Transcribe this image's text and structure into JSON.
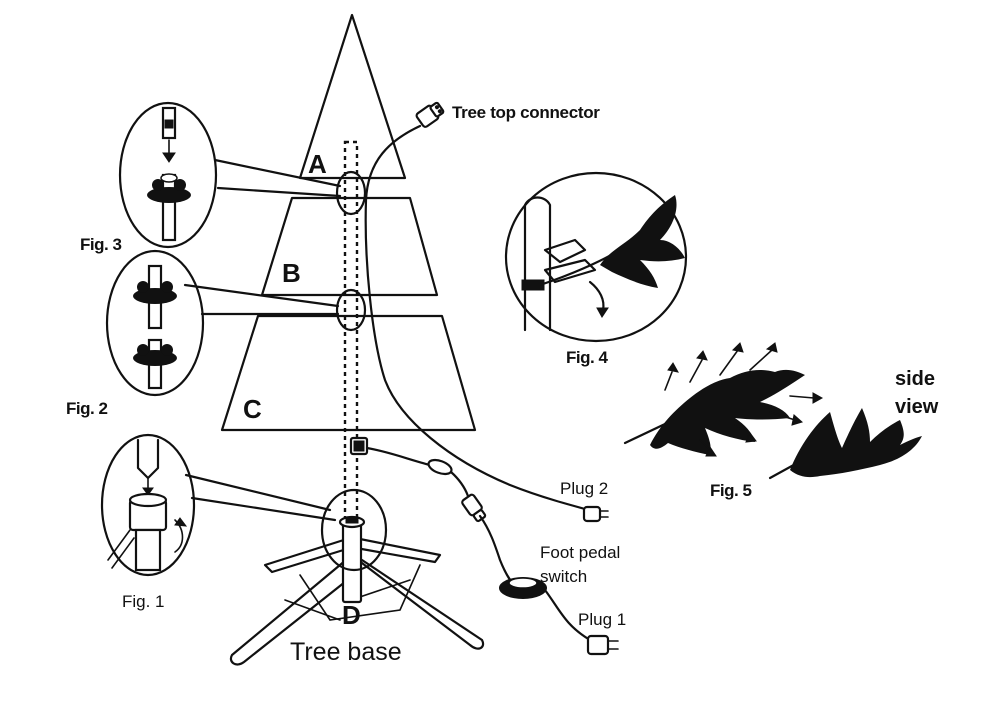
{
  "labels": {
    "section_a": "A",
    "section_b": "B",
    "section_c": "C",
    "section_d": "D",
    "tree_base": "Tree base",
    "tree_top_connector": "Tree top connector",
    "plug_2": "Plug 2",
    "plug_1": "Plug 1",
    "foot_pedal_line1": "Foot pedal",
    "foot_pedal_line2": "switch",
    "side_view_line1": "side",
    "side_view_line2": "view"
  },
  "figures": {
    "fig1": "Fig. 1",
    "fig2": "Fig. 2",
    "fig3": "Fig. 3",
    "fig4": "Fig. 4",
    "fig5": "Fig. 5"
  }
}
